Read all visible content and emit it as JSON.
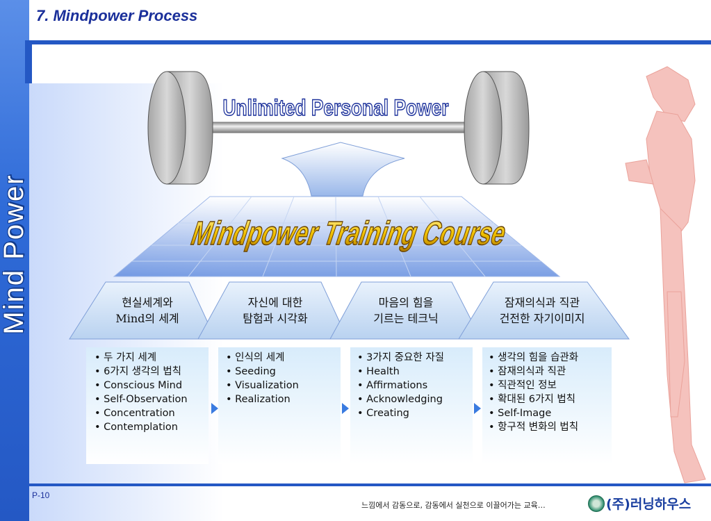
{
  "header": {
    "title": "7. Mindpower Process"
  },
  "sidebar": {
    "vertical_title": "Mind Power"
  },
  "diagram": {
    "top_label": "Unlimited Personal Power",
    "platform_label": "Mindpower Training Course",
    "columns": [
      {
        "heading_line1": "현실세계와",
        "heading_line2": "Mind의 세계",
        "items": [
          "두 가지 세계",
          "6가지 생각의 법칙",
          "Conscious Mind",
          "Self-Observation",
          "Concentration",
          "Contemplation"
        ]
      },
      {
        "heading_line1": "자신에 대한",
        "heading_line2": "탐험과 시각화",
        "items": [
          "인식의 세계",
          "Seeding",
          "Visualization",
          "Realization"
        ]
      },
      {
        "heading_line1": "마음의 힘을",
        "heading_line2": "기르는 테크닉",
        "items": [
          "3가지 중요한 자질",
          "Health",
          "Affirmations",
          "Acknowledging",
          "Creating"
        ]
      },
      {
        "heading_line1": "잠재의식과 직관",
        "heading_line2": "건전한 자기이미지",
        "items": [
          "생각의 힘을 습관화",
          "잠재의식과 직관",
          "직관적인 정보",
          "확대된 6가지 법칙",
          "Self-Image",
          "항구적 변화의 법칙"
        ]
      }
    ]
  },
  "footer": {
    "page_number": "P-10",
    "slogan": "느낌에서 감동으로, 감동에서 실천으로 이끌어가는 교육…",
    "company": "(주)러닝하우스"
  },
  "colors": {
    "brand_blue": "#2458c4",
    "title_blue": "#1a2f9a",
    "gold": "#f2c200",
    "figure_red": "#f2b3ad"
  },
  "icons": {
    "logo": "company-logo-icon",
    "arrow": "arrow-right-icon",
    "corner": "page-curl-icon"
  }
}
